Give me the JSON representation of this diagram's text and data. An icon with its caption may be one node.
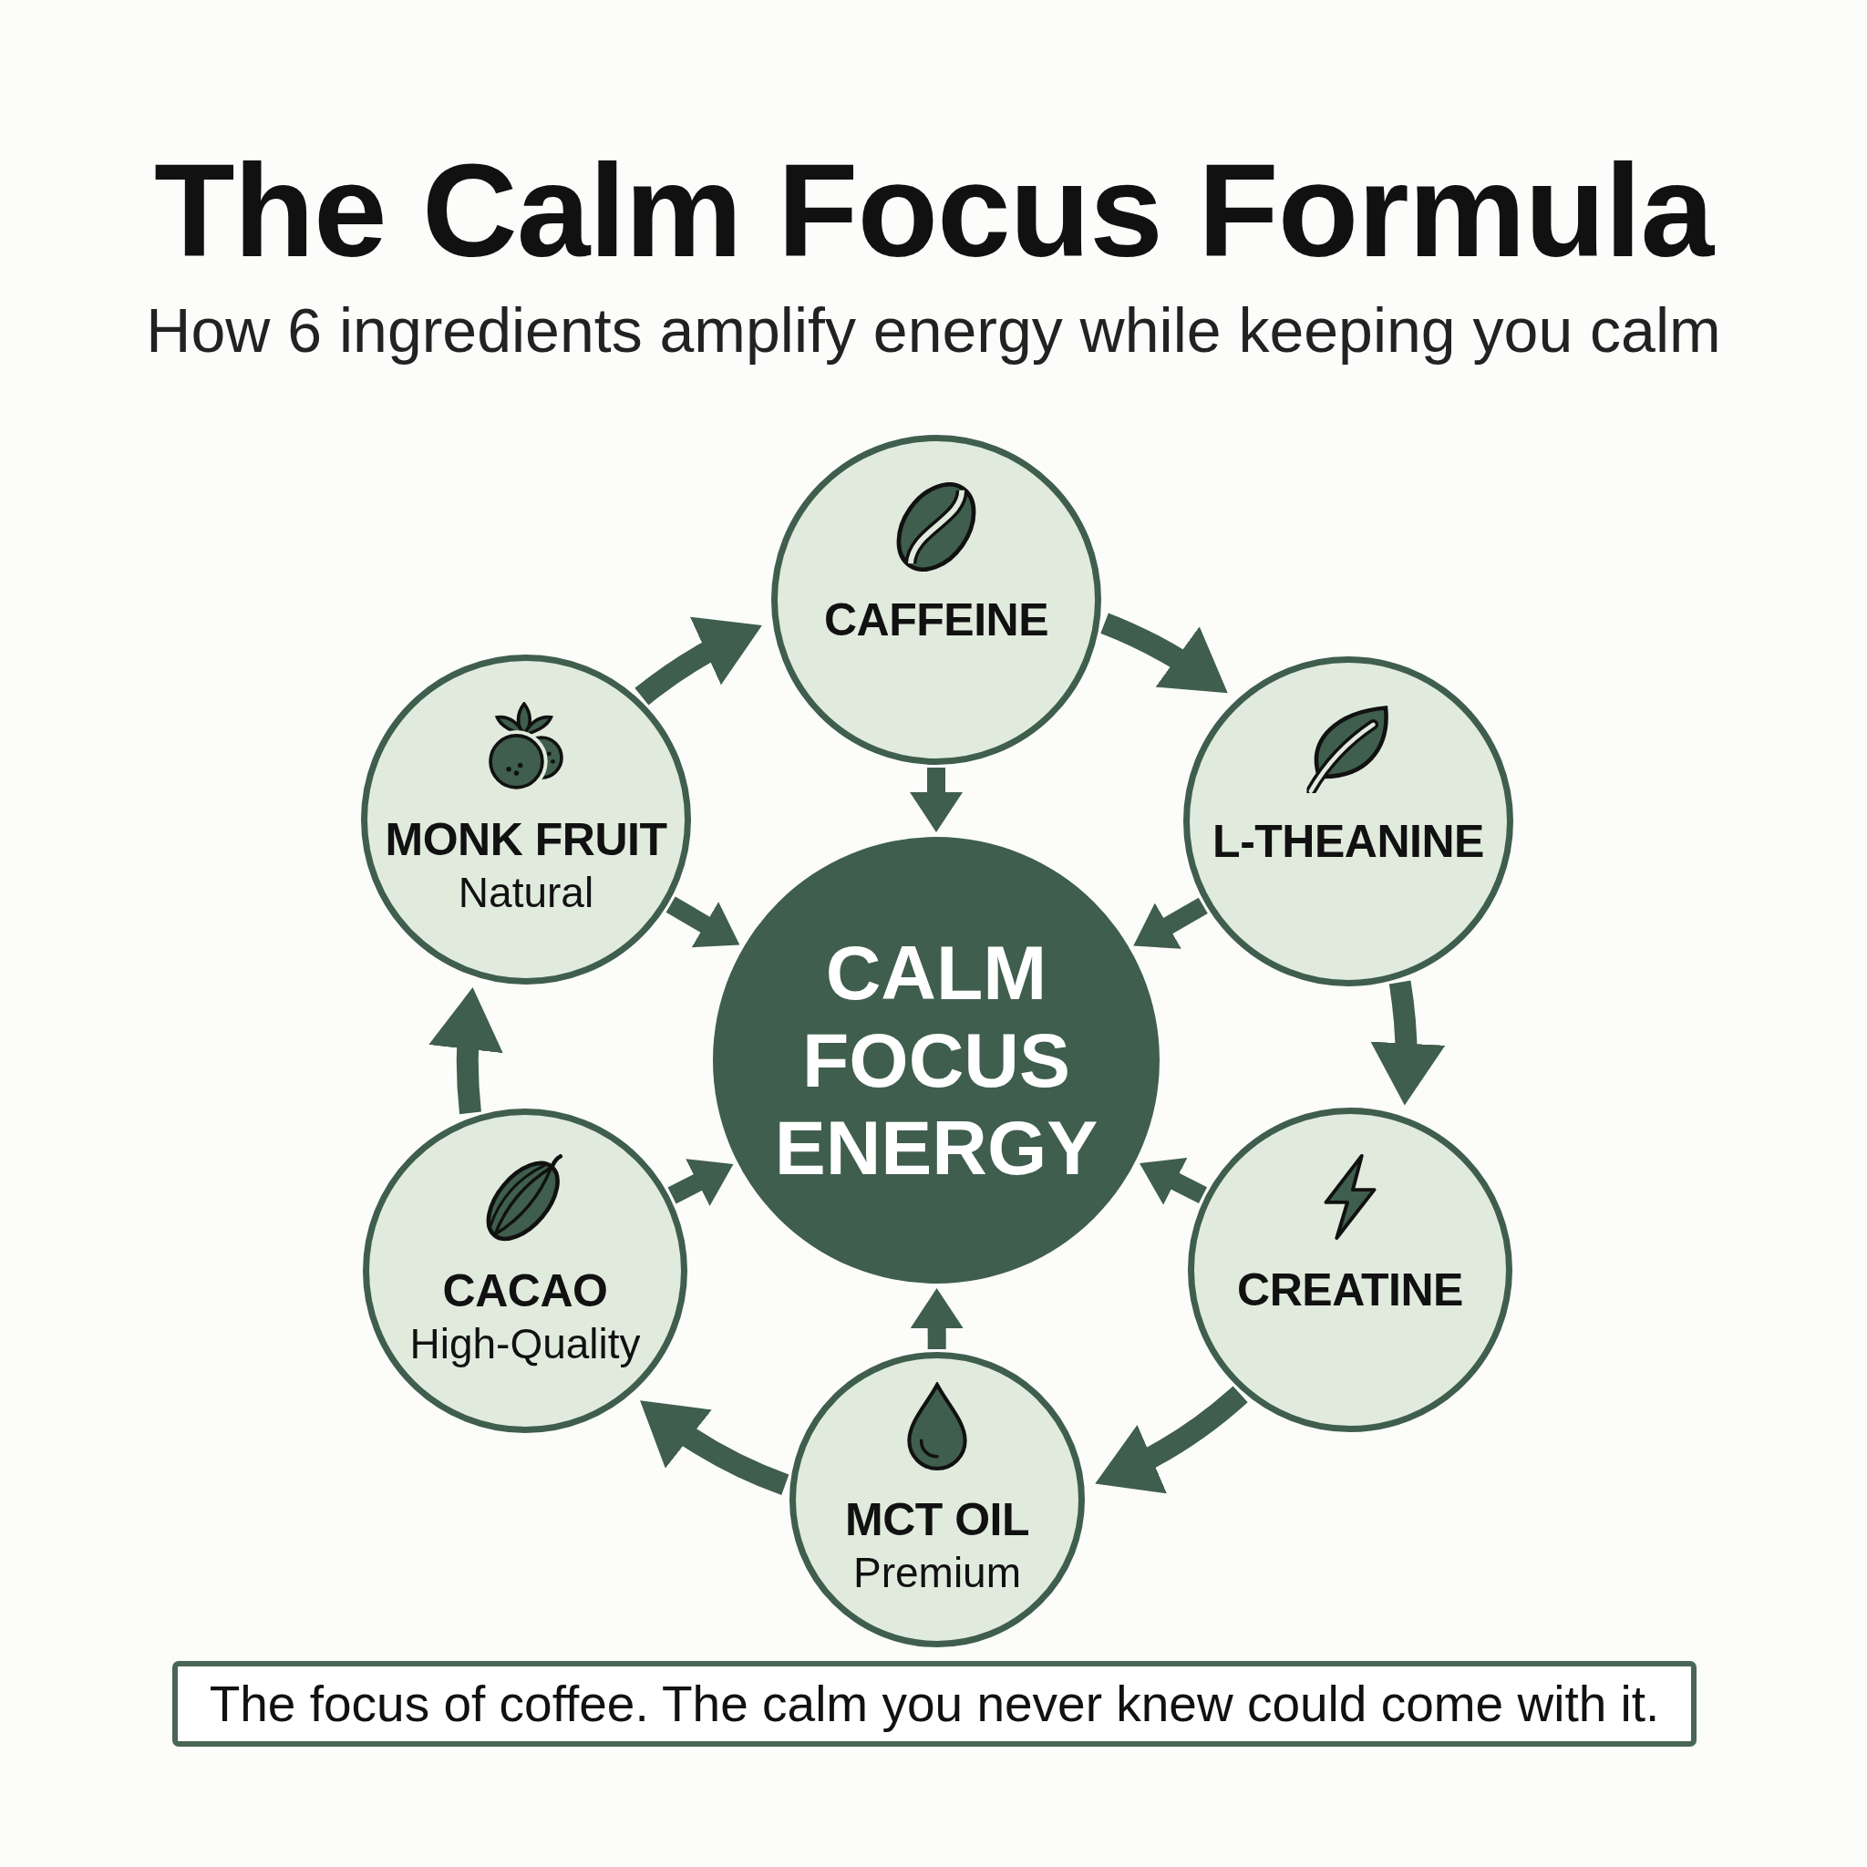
{
  "diagram": {
    "title": "The Calm Focus Formula",
    "nodes": [
      {
        "text": [
          "CAFFEINE"
        ]
      },
      {
        "text": [
          "MONK FRUIT",
          "Natural"
        ]
      },
      {
        "text": [
          "L-THEANINE"
        ]
      },
      {
        "text": [
          "CALM FOCUS ENERGY"
        ]
      },
      {
        "text": [
          "CACAO",
          "High-Quality"
        ]
      },
      {
        "text": [
          "CREATINE"
        ]
      },
      {
        "text": [
          "MCT OIL",
          "Premium"
        ]
      },
      {
        "text": [
          "The focus of coffee. The calm you never knew could come with it."
        ]
      }
    ],
    "edges": [
      {
        "from": 0,
        "to": 2,
        "arrow": "to"
      },
      {
        "from": 2,
        "to": 5,
        "arrow": "to"
      },
      {
        "from": 5,
        "to": 6,
        "arrow": "to"
      },
      {
        "from": 6,
        "to": 4,
        "arrow": "to"
      },
      {
        "from": 4,
        "to": 1,
        "arrow": "to"
      },
      {
        "from": 1,
        "to": 0,
        "arrow": "to"
      },
      {
        "from": 0,
        "to": 3,
        "arrow": "to"
      },
      {
        "from": 1,
        "to": 3,
        "arrow": "to"
      },
      {
        "from": 2,
        "to": 3,
        "arrow": "to"
      },
      {
        "from": 4,
        "to": 3,
        "arrow": "to"
      },
      {
        "from": 5,
        "to": 3,
        "arrow": "to"
      },
      {
        "from": 6,
        "to": 3,
        "arrow": "to"
      }
    ],
    "labels": [
      "How 6 ingredients amplify energy while keeping you calm"
    ]
  }
}
